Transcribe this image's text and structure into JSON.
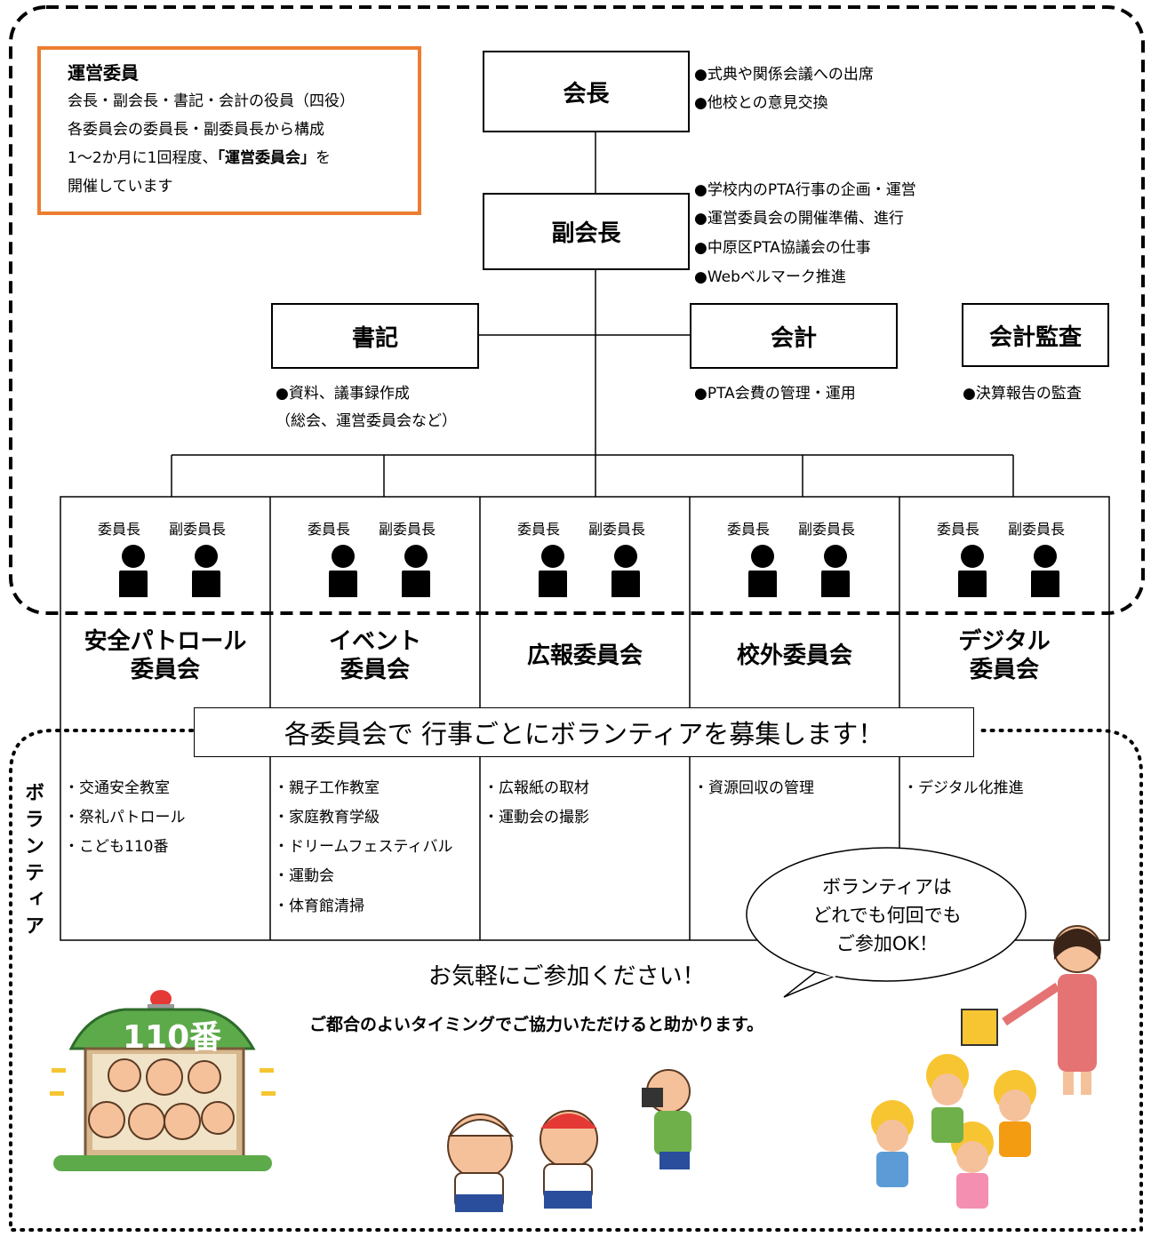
{
  "steering": {
    "title": "運営委員",
    "line1": "会長・副会長・書記・会計の役員（四役）",
    "line2": "各委員会の委員長・副委員長から構成",
    "line3_pre": "1～2か月に1回程度、",
    "line3_bold": "「運営委員会」",
    "line3_post": "を",
    "line4": "開催しています"
  },
  "president": {
    "label": "会長",
    "duties": [
      "●式典や関係会議への出席",
      "●他校との意見交換"
    ]
  },
  "vice": {
    "label": "副会長",
    "duties": [
      "●学校内のPTA行事の企画・運営",
      "●運営委員会の開催準備、進行",
      "●中原区PTA協議会の仕事",
      "●Webベルマーク推進"
    ]
  },
  "secretary": {
    "label": "書記",
    "duties": [
      "●資料、議事録作成",
      "（総会、運営委員会など）"
    ]
  },
  "treasurer": {
    "label": "会計",
    "duties": [
      "●PTA会費の管理・運用"
    ]
  },
  "auditor": {
    "label": "会計監査",
    "duties": [
      "●決算報告の監査"
    ]
  },
  "roles": {
    "chair": "委員長",
    "vice_chair": "副委員長"
  },
  "committees": [
    {
      "name": "安全パトロール\n委員会",
      "activities": [
        "・交通安全教室",
        "・祭礼パトロール",
        "・こども110番"
      ]
    },
    {
      "name": "イベント\n委員会",
      "activities": [
        "・親子工作教室",
        "・家庭教育学級",
        "・ドリームフェスティバル",
        "・運動会",
        "・体育館清掃"
      ]
    },
    {
      "name": "広報委員会",
      "activities": [
        "・広報紙の取材",
        "・運動会の撮影"
      ]
    },
    {
      "name": "校外委員会",
      "activities": [
        "・資源回収の管理"
      ]
    },
    {
      "name": "デジタル\n委員会",
      "activities": [
        "・デジタル化推進"
      ]
    }
  ],
  "banner": "各委員会で 行事ごとにボランティアを募集します！",
  "volunteer_label": "ボランティア",
  "bubble": [
    "ボランティアは",
    "どれでも何回でも",
    "ご参加OK！"
  ],
  "invite": "お気軽にご参加ください！",
  "invite_sub": "ご都合のよいタイミングでご協力いただけると助かります。",
  "house_sign": "110番",
  "colors": {
    "steering_border": "#ED7D31",
    "house_roof": "#5DAA4A",
    "helmet": "#F7C531"
  }
}
